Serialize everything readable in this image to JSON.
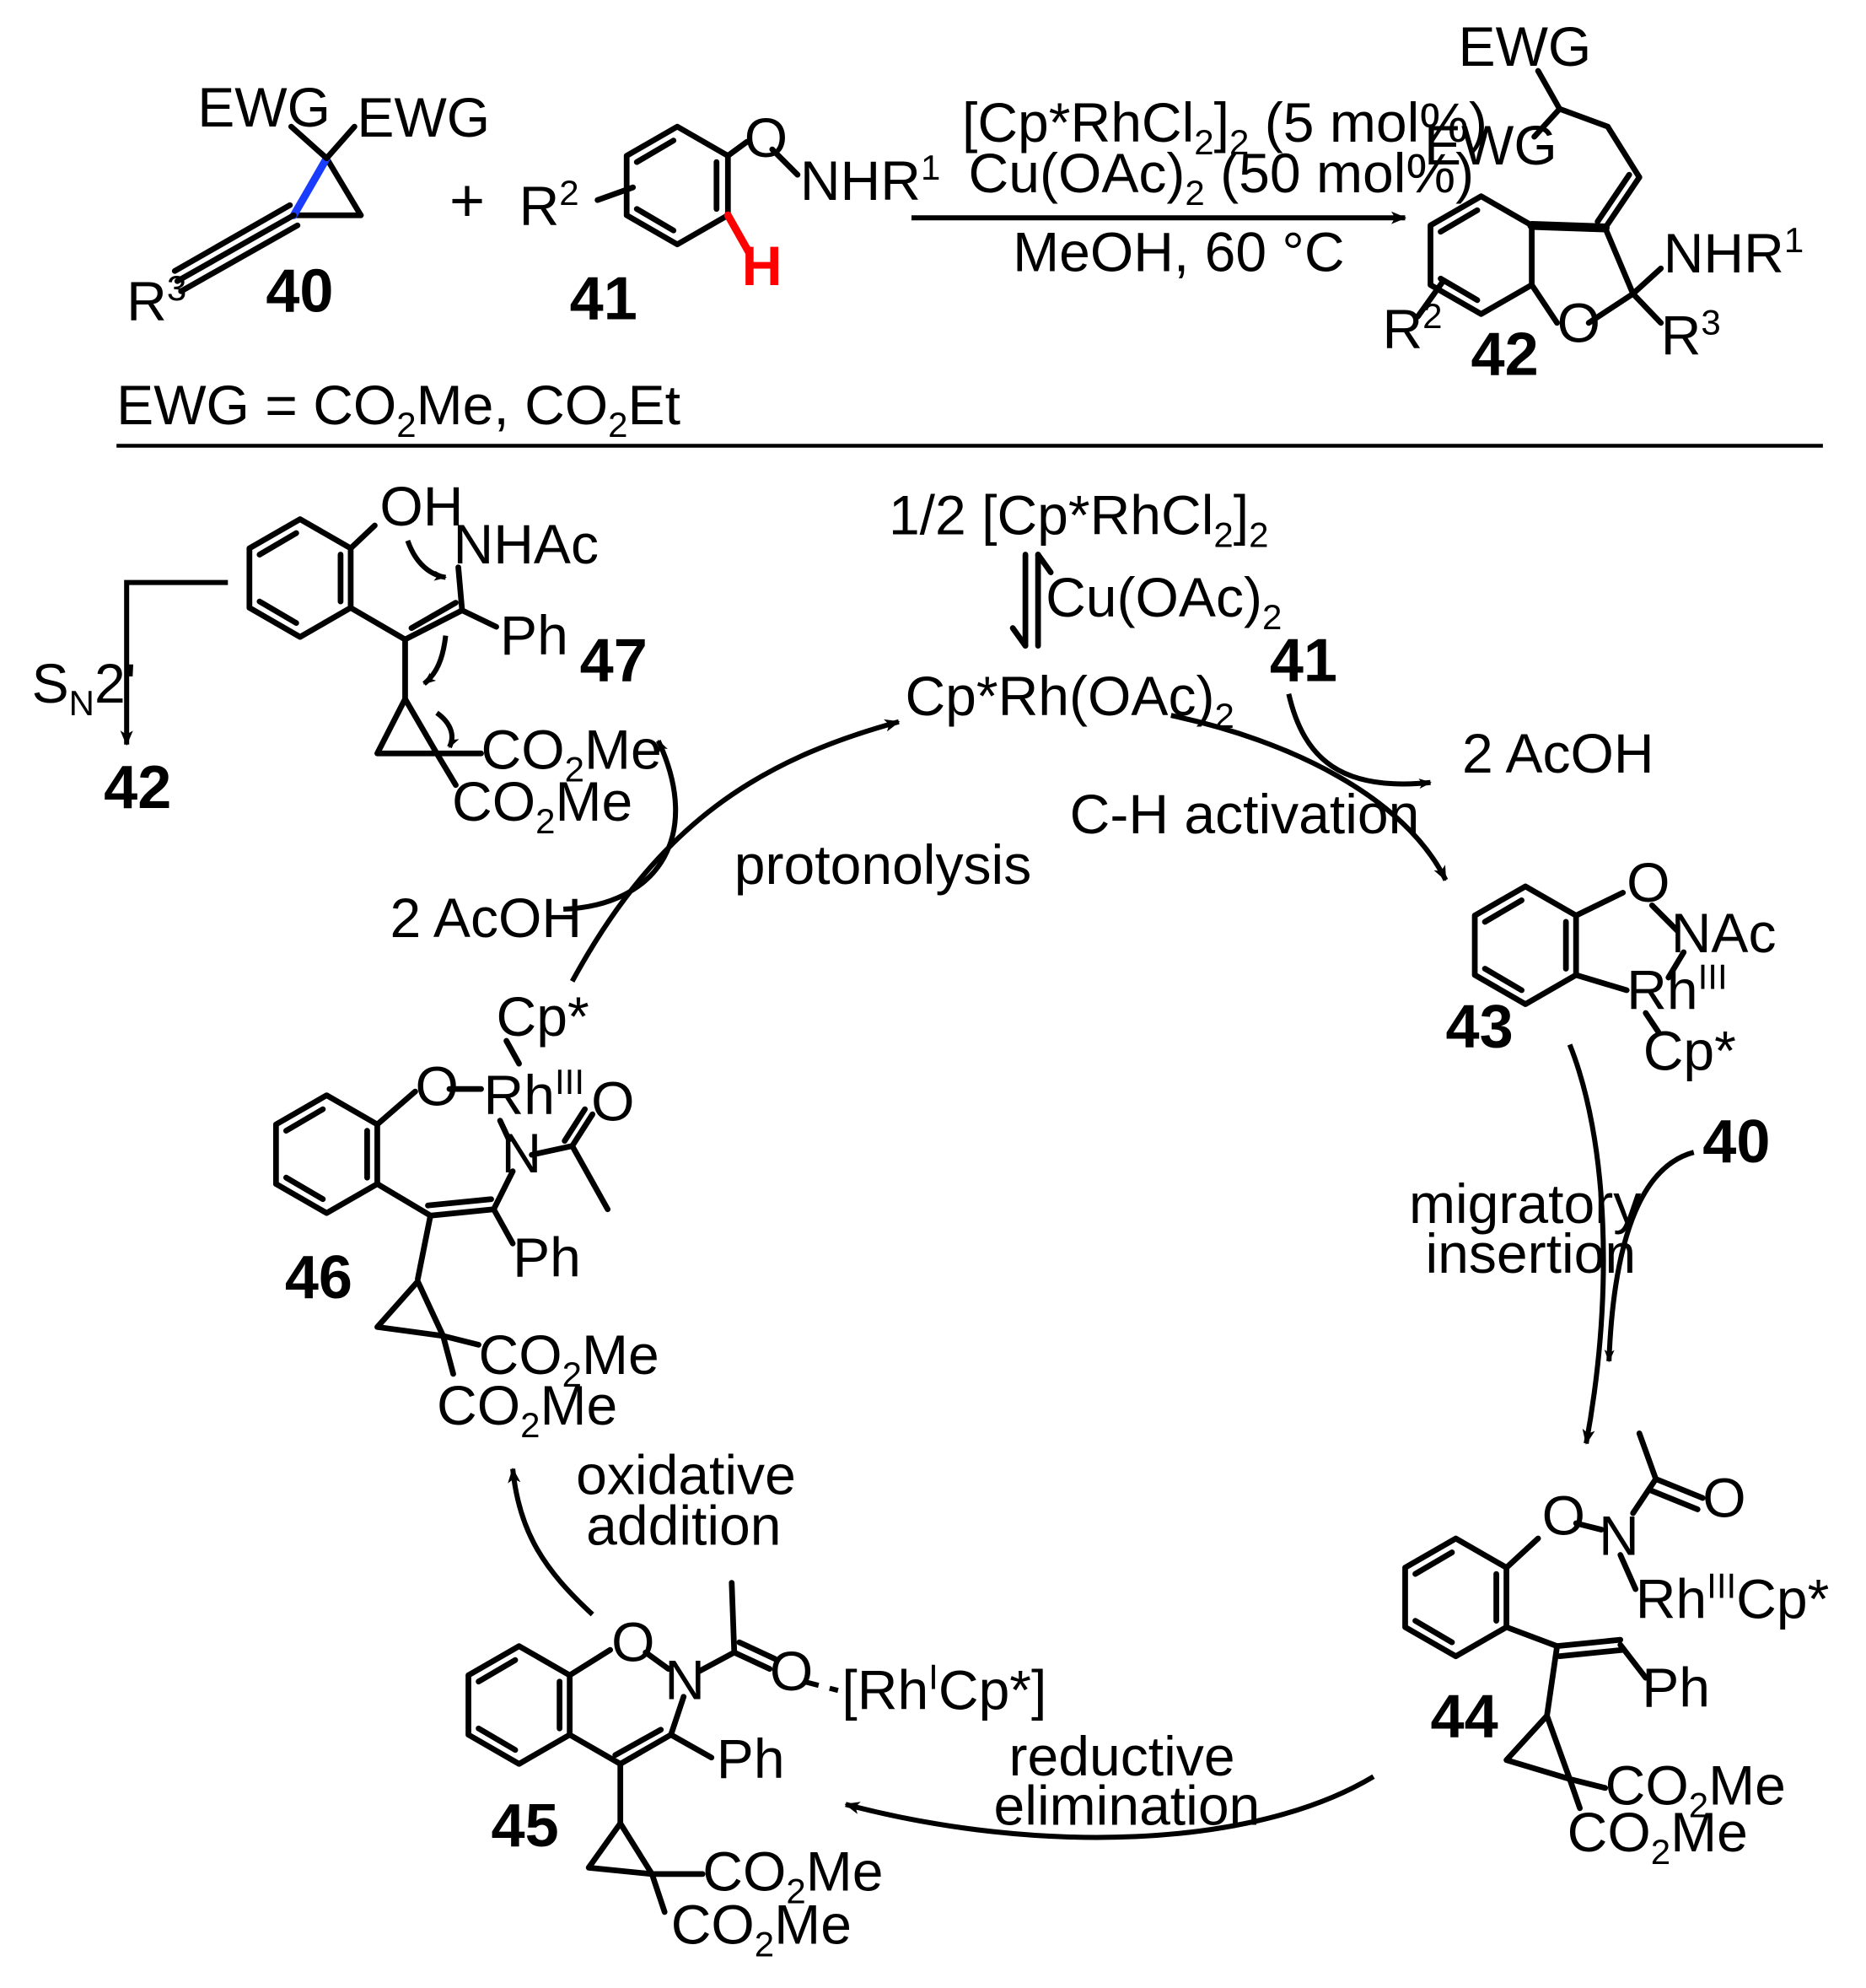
{
  "reaction": {
    "reagent_line1_main": "[Cp*RhCl",
    "reagent_line1_sub": "2",
    "reagent_line1_sub2": "2",
    "reagent_line1_end": " (5 mol%)",
    "reagent_line2_main": "Cu(OAc)",
    "reagent_line2_sub": "2",
    "reagent_line2_end": " (50 mol%)",
    "conditions": "MeOH, 60 °C",
    "plus": "+",
    "ewg_note_main": "EWG = CO",
    "ewg_note_sub1": "2",
    "ewg_note_mid": "Me, CO",
    "ewg_note_sub2": "2",
    "ewg_note_end": "Et"
  },
  "compounds": {
    "c40": {
      "num": "40",
      "ewg_a": "EWG",
      "ewg_b": "EWG",
      "r": "R",
      "r_sup": "3"
    },
    "c41": {
      "num": "41",
      "r": "R",
      "r_sup": "2",
      "o": "O",
      "nhr": "NHR",
      "nhr_sup": "1",
      "h": "H"
    },
    "c42": {
      "num": "42",
      "ewg_a": "EWG",
      "ewg_b": "EWG",
      "nhr": "NHR",
      "nhr_sup": "1",
      "o": "O",
      "r2": "R",
      "r2_sup": "2",
      "r3": "R",
      "r3_sup": "3"
    },
    "c43": {
      "num": "43",
      "o": "O",
      "nac": "NAc",
      "rh": "Rh",
      "rh_sup": "III",
      "cp": "Cp*"
    },
    "c44": {
      "num": "44",
      "o": "O",
      "n": "N",
      "o2": "O",
      "rh": "Rh",
      "rh_sup": "III",
      "rh_end": "Cp*",
      "ph": "Ph",
      "co2me": "CO",
      "co2me_sub": "2",
      "co2me_end": "Me"
    },
    "c45": {
      "num": "45",
      "o": "O",
      "n": "N",
      "o2": "O",
      "rh_complex": "[Rh",
      "rh_sup": "I",
      "rh_end": "Cp*]",
      "ph": "Ph",
      "co2me": "CO",
      "co2me_sub": "2",
      "co2me_end": "Me"
    },
    "c46": {
      "num": "46",
      "o": "O",
      "rh": "Rh",
      "rh_sup": "III",
      "cp": "Cp*",
      "n": "N",
      "o2": "O",
      "ph": "Ph",
      "co2me": "CO",
      "co2me_sub": "2",
      "co2me_end": "Me"
    },
    "c47": {
      "num": "47",
      "oh": "OH",
      "nhac": "NHAc",
      "ph": "Ph",
      "co2me": "CO",
      "co2me_sub": "2",
      "co2me_end": "Me"
    }
  },
  "cycle": {
    "precursor_main": "1/2 [Cp*RhCl",
    "precursor_sub": "2",
    "precursor_sub2": "2",
    "cu_main": "Cu(OAc)",
    "cu_sub": "2",
    "catalyst_main": "Cp*Rh(OAc)",
    "catalyst_sub": "2",
    "ch_activation": "C-H activation",
    "acoh_out": "2 AcOH",
    "acoh_in": "2 AcOH",
    "reagent_41": "41",
    "reagent_40": "40",
    "migratory_1": "migratory",
    "migratory_2": "insertion",
    "reductive_1": "reductive",
    "reductive_2": "elimination",
    "oxidative_1": "oxidative",
    "oxidative_2": "addition",
    "protonolysis": "protonolysis",
    "sn2_main": "S",
    "sn2_sub": "N",
    "sn2_end": "2'",
    "product": "42"
  },
  "colors": {
    "highlight_bond": "#1a3cff",
    "highlight_h": "#ff0000"
  }
}
